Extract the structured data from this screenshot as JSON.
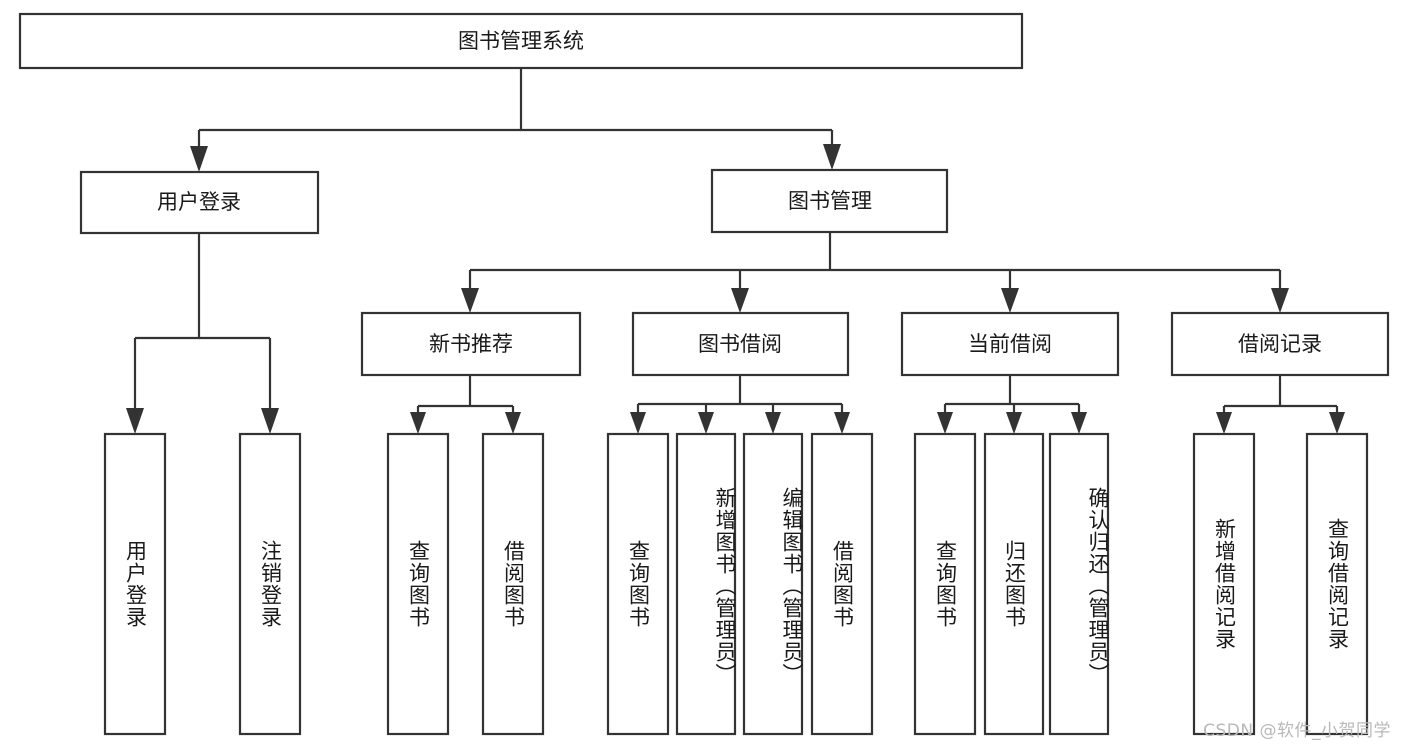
{
  "diagram": {
    "type": "tree",
    "title": "图书管理系统",
    "root": {
      "label": "图书管理系统"
    },
    "level2": [
      {
        "label": "用户登录"
      },
      {
        "label": "图书管理"
      }
    ],
    "level3": [
      {
        "label": "新书推荐"
      },
      {
        "label": "图书借阅"
      },
      {
        "label": "当前借阅"
      },
      {
        "label": "借阅记录"
      }
    ],
    "leaves": {
      "user_login": [
        {
          "label": "用户登录"
        },
        {
          "label": "注销登录"
        }
      ],
      "new_book_recommend": [
        {
          "label": "查询图书"
        },
        {
          "label": "借阅图书"
        }
      ],
      "book_borrow": [
        {
          "label": "查询图书"
        },
        {
          "label": "新增图书（管理员）"
        },
        {
          "label": "编辑图书（管理员）"
        },
        {
          "label": "借阅图书"
        }
      ],
      "current_borrow": [
        {
          "label": "查询图书"
        },
        {
          "label": "归还图书"
        },
        {
          "label": "确认归还（管理员）"
        }
      ],
      "borrow_record": [
        {
          "label": "新增借阅记录"
        },
        {
          "label": "查询借阅记录"
        }
      ]
    }
  },
  "watermark": {
    "text": "CSDN @软件_小贺同学"
  },
  "colors": {
    "box_stroke": "#333333",
    "box_fill": "#ffffff",
    "text": "#1a1a1a",
    "watermark": "#b9b9b9",
    "background": "#ffffff"
  }
}
